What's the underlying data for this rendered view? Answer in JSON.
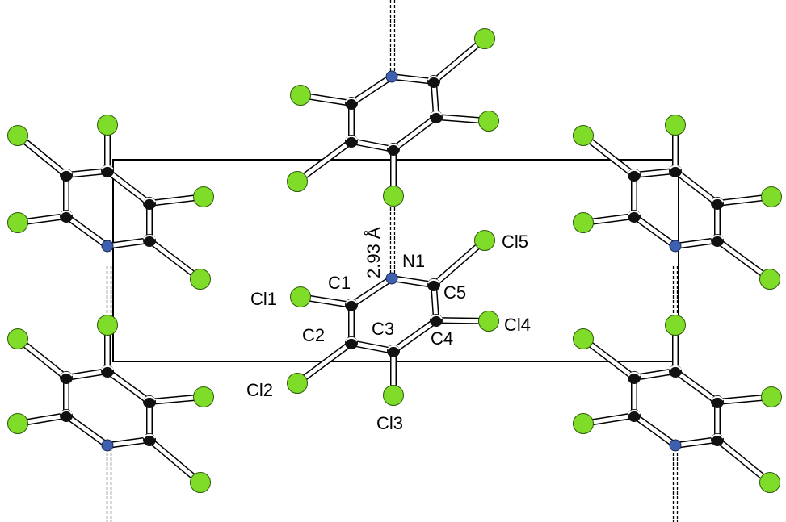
{
  "labels": {
    "n1": "N1",
    "c1": "C1",
    "c2": "C2",
    "c3": "C3",
    "c4": "C4",
    "c5": "C5",
    "cl1": "Cl1",
    "cl2": "Cl2",
    "cl3": "Cl3",
    "cl4": "Cl4",
    "cl5": "Cl5"
  },
  "contact_distance": "2.93 Å",
  "colors": {
    "chlorine": "#7fdc28",
    "chlorine_outline": "#2f5a0a",
    "nitrogen": "#3f5fb0",
    "carbon": "#111111",
    "bond_fill": "#ffffff",
    "bond_outline": "#000000",
    "cell_edge": "#000000"
  }
}
